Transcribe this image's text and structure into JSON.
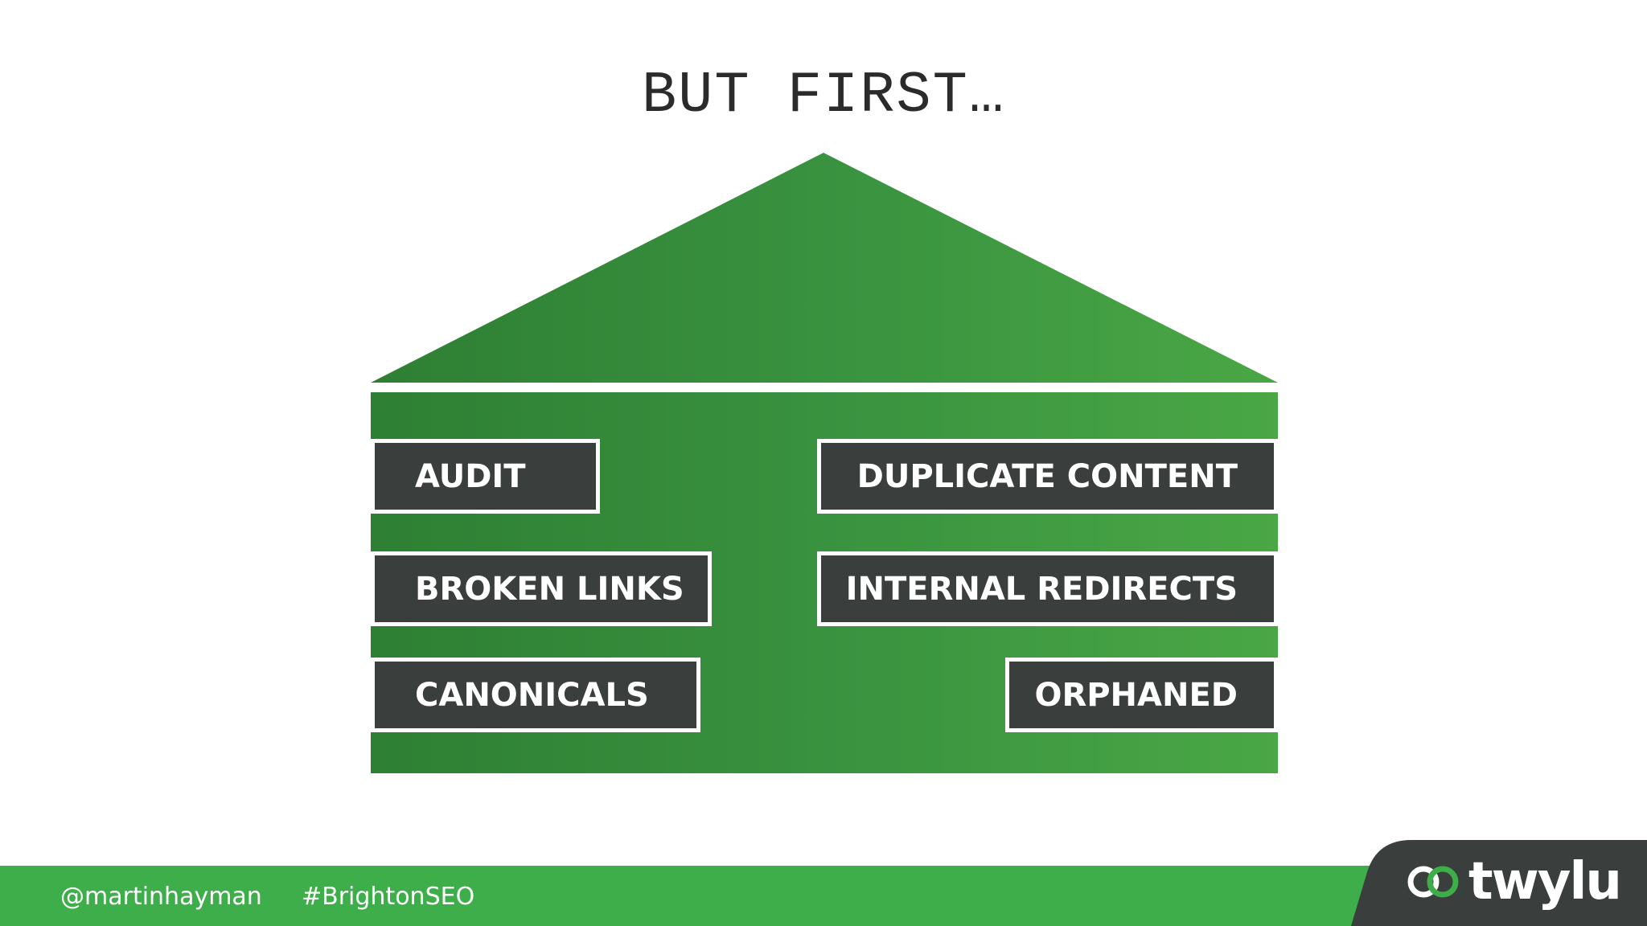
{
  "slide": {
    "title": "BUT FIRST…"
  },
  "diagram": {
    "left_items": [
      "AUDIT",
      "BROKEN LINKS",
      "CANONICALS"
    ],
    "right_items": [
      "DUPLICATE CONTENT",
      "INTERNAL REDIRECTS",
      "ORPHANED"
    ],
    "colors": {
      "green_dark": "#2e7f33",
      "green_light": "#4aa745",
      "tag_bg": "#3a3e3c"
    }
  },
  "footer": {
    "handle": "@martinhayman",
    "hashtag": "#BrightonSEO",
    "logo": "twylu",
    "logo_icon": "link-rings-icon",
    "colors": {
      "bar": "#3dae4a",
      "tab": "#3a3e3c"
    }
  }
}
